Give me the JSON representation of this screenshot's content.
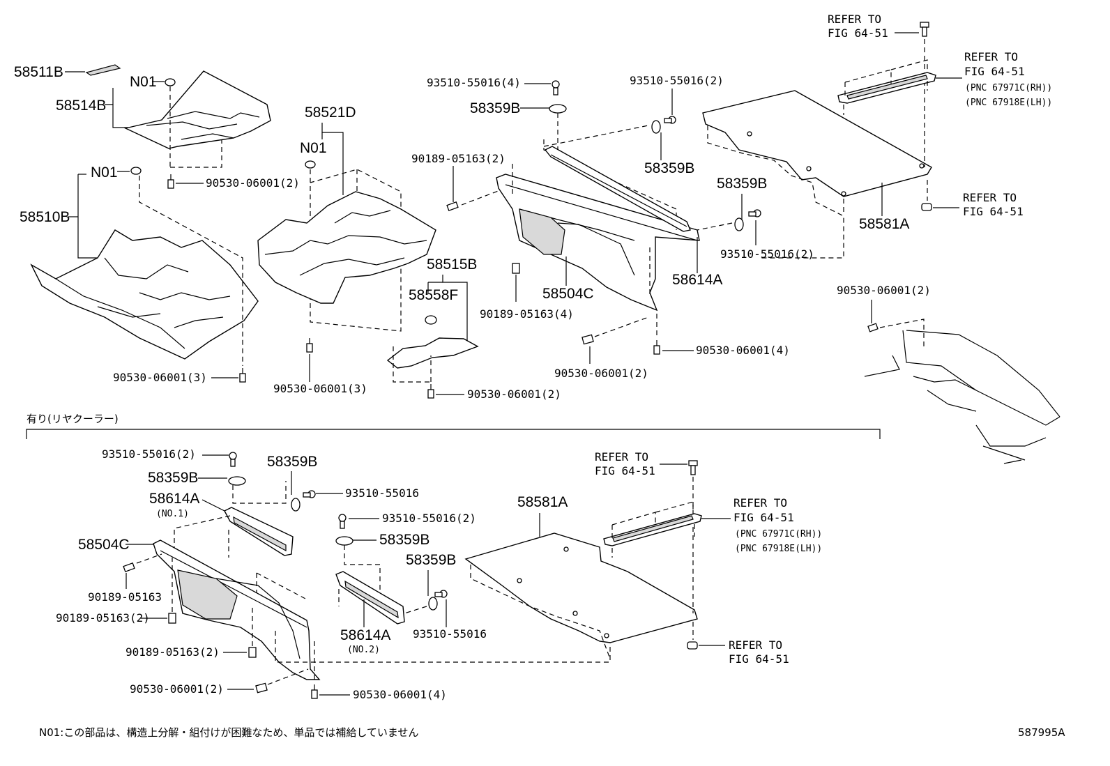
{
  "labels": {
    "p58511B": "58511B",
    "p58514B": "58514B",
    "n01_a": "N01",
    "n01_b": "N01",
    "n01_c": "N01",
    "p58510B": "58510B",
    "p58521D": "58521D",
    "b90530_a": "90530-06001(2)",
    "b90530_b": "90530-06001(3)",
    "b90530_c": "90530-06001(3)",
    "p58515B": "58515B",
    "p58558F": "58558F",
    "b90530_d": "90530-06001(2)",
    "b93510_a": "93510-55016(4)",
    "p58359B_a": "58359B",
    "b90189_a": "90189-05163(2)",
    "b90189_b": "90189-05163(4)",
    "p58504C_a": "58504C",
    "b90530_e": "90530-06001(2)",
    "b90530_f": "90530-06001(4)",
    "b93510_b": "93510-55016(2)",
    "p58359B_b": "58359B",
    "p58359B_c": "58359B",
    "b93510_c": "93510-55016(2)",
    "p58614A_a": "58614A",
    "refer_a": [
      "REFER TO",
      "FIG 64-51"
    ],
    "refer_b": [
      "REFER TO",
      "FIG 64-51"
    ],
    "pnc_a": [
      "(PNC 67971C(RH))",
      "(PNC 67918E(LH))"
    ],
    "p58581A_a": "58581A",
    "refer_c": [
      "REFER TO",
      "FIG 64-51"
    ],
    "b90530_g": "90530-06001(2)",
    "section_title": "有り(リヤクーラー)",
    "b93510_d": "93510-55016(2)",
    "p58359B_d": "58359B",
    "p58359B_e": "58359B",
    "p58614A_b": "58614A",
    "no1": "(NO.1)",
    "b93510_e": "93510-55016",
    "p58504C_b": "58504C",
    "b93510_f": "93510-55016(2)",
    "p58359B_f": "58359B",
    "b90189_c": "90189-05163",
    "p58359B_g": "58359B",
    "b90189_d": "90189-05163(2)",
    "b90189_e": "90189-05163(2)",
    "p58614A_c": "58614A",
    "no2": "(NO.2)",
    "b93510_g": "93510-55016",
    "b90530_h": "90530-06001(2)",
    "b90530_i": "90530-06001(4)",
    "p58581A_b": "58581A",
    "refer_d": [
      "REFER TO",
      "FIG 64-51"
    ],
    "refer_e": [
      "REFER TO",
      "FIG 64-51"
    ],
    "pnc_b": [
      "(PNC 67971C(RH))",
      "(PNC 67918E(LH))"
    ],
    "refer_f": [
      "REFER TO",
      "FIG 64-51"
    ],
    "footnote": "N01:この部品は、構造上分解・組付けが困難なため、単品では補給していません",
    "figure_id": "587995A"
  }
}
